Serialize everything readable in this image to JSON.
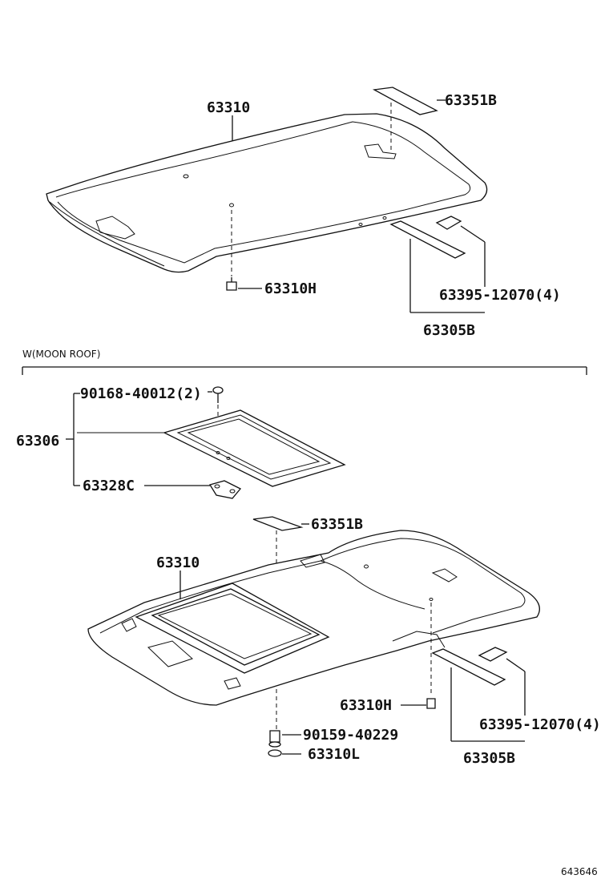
{
  "diagram_id": "643646",
  "section_moonroof": {
    "title": "W(MOON ROOF)"
  },
  "top": {
    "headliner": "63310",
    "pad": "63351B",
    "bolt": "63310H",
    "clip": "63395-12070(4)",
    "spacer": "63305B"
  },
  "bottom": {
    "screw": "90168-40012(2)",
    "frame_assy": "63306",
    "bracket": "63328C",
    "pad": "63351B",
    "headliner": "63310",
    "bolt": "63310H",
    "clip": "63395-12070(4)",
    "nut": "90159-40229",
    "washer": "63310L",
    "spacer": "63305B"
  }
}
